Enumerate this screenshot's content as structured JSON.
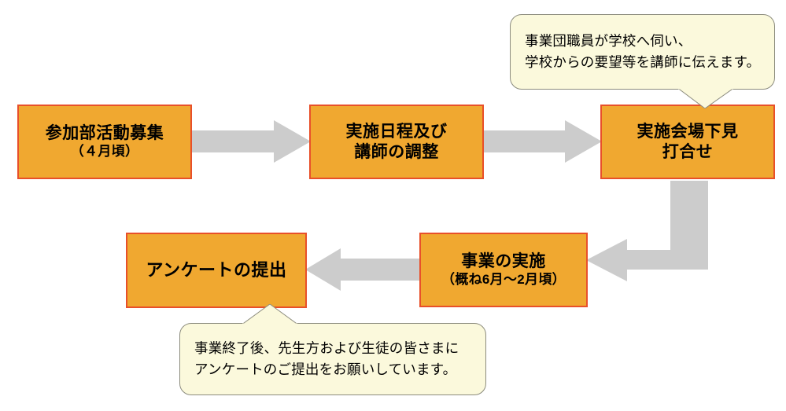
{
  "diagram": {
    "title": "",
    "colors": {
      "node_fill": "#F0A830",
      "node_border": "#E8502A",
      "arrow_fill": "#CCCCCC",
      "callout_fill": "#FBF9DC",
      "callout_border": "#8C8C7E",
      "text": "#000000",
      "background": "#FFFFFF"
    },
    "nodes": [
      {
        "id": "node-boshu",
        "line1": "参加部活動募集",
        "line2": "（４月頃）"
      },
      {
        "id": "node-chosei",
        "line1": "実施日程及び",
        "line2": "講師の調整"
      },
      {
        "id": "node-shitami",
        "line1": "実施会場下見",
        "line2": "打合せ"
      },
      {
        "id": "node-jisshi",
        "line1": "事業の実施",
        "line2": "（概ね6月～2月頃）"
      },
      {
        "id": "node-enquete",
        "line1": "アンケートの提出",
        "line2": ""
      }
    ],
    "arrows": [
      {
        "id": "arrow-1",
        "direction": "right",
        "from": "node-boshu",
        "to": "node-chosei"
      },
      {
        "id": "arrow-2",
        "direction": "right",
        "from": "node-chosei",
        "to": "node-shitami"
      },
      {
        "id": "arrow-3",
        "direction": "elbow-down-left",
        "from": "node-shitami",
        "to": "node-jisshi"
      },
      {
        "id": "arrow-4",
        "direction": "left",
        "from": "node-jisshi",
        "to": "node-enquete"
      }
    ],
    "callouts": [
      {
        "id": "callout-shitami",
        "attached_to": "node-shitami",
        "tail": "down",
        "line1": "事業団職員が学校へ伺い、",
        "line2": "学校からの要望等を講師に伝えます。"
      },
      {
        "id": "callout-enquete",
        "attached_to": "node-enquete",
        "tail": "up",
        "line1": "事業終了後、先生方および生徒の皆さまに",
        "line2": "アンケートのご提出をお願いしています。"
      }
    ]
  }
}
